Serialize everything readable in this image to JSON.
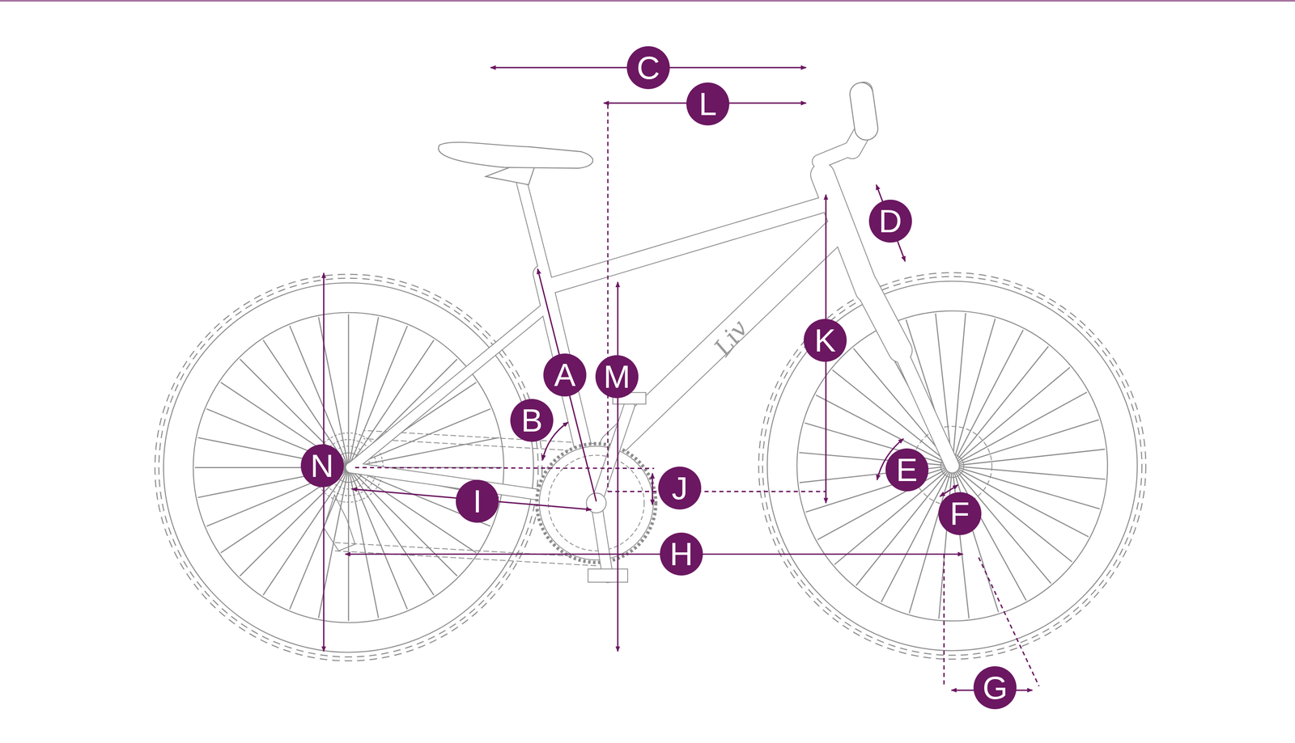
{
  "diagram": {
    "nodes": [
      {
        "text": [
          "C"
        ]
      },
      {
        "text": [
          "L"
        ]
      },
      {
        "text": [
          "D"
        ]
      },
      {
        "text": [
          "K"
        ]
      },
      {
        "text": [
          "A"
        ]
      },
      {
        "text": [
          "M"
        ]
      },
      {
        "text": [
          "B"
        ]
      },
      {
        "text": [
          "N"
        ]
      },
      {
        "text": [
          "E"
        ]
      },
      {
        "text": [
          "J"
        ]
      },
      {
        "text": [
          "I"
        ]
      },
      {
        "text": [
          "F"
        ]
      },
      {
        "text": [
          "H"
        ]
      },
      {
        "text": [
          "G"
        ]
      }
    ],
    "labels": [
      "Liv"
    ]
  }
}
